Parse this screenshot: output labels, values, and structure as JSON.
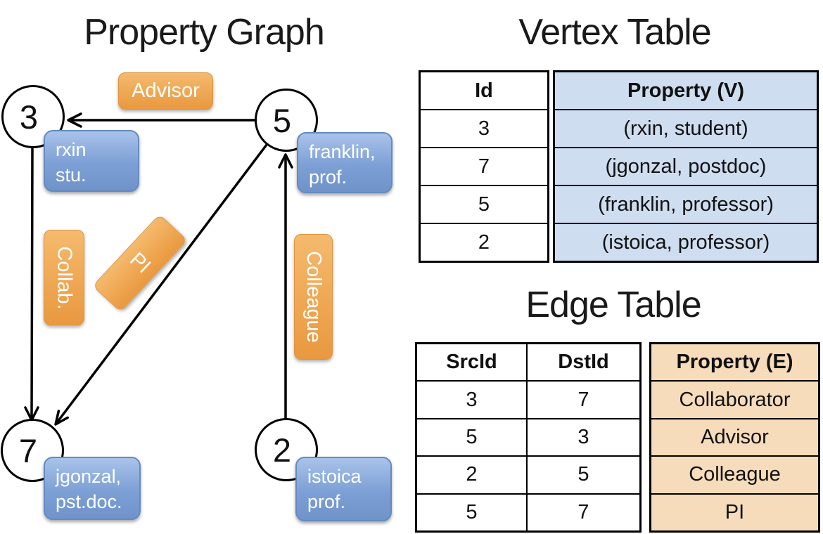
{
  "titles": {
    "graph": "Property Graph",
    "vertex_table": "Vertex Table",
    "edge_table": "Edge Table"
  },
  "graph": {
    "nodes": [
      {
        "id": "3",
        "label_line1": "rxin",
        "label_line2": "stu."
      },
      {
        "id": "5",
        "label_line1": "franklin,",
        "label_line2": "prof."
      },
      {
        "id": "7",
        "label_line1": "jgonzal,",
        "label_line2": "pst.doc."
      },
      {
        "id": "2",
        "label_line1": "istoica",
        "label_line2": "prof."
      }
    ],
    "edge_labels": {
      "advisor": "Advisor",
      "collab": "Collab.",
      "pi": "PI",
      "colleague": "Colleague"
    },
    "edges": [
      {
        "src": "5",
        "dst": "3",
        "label": "Advisor"
      },
      {
        "src": "3",
        "dst": "7",
        "label": "Collab."
      },
      {
        "src": "5",
        "dst": "7",
        "label": "PI"
      },
      {
        "src": "2",
        "dst": "5",
        "label": "Colleague"
      }
    ]
  },
  "vertex_table": {
    "headers": {
      "id": "Id",
      "property": "Property (V)"
    },
    "rows": [
      {
        "id": "3",
        "property": "(rxin, student)"
      },
      {
        "id": "7",
        "property": "(jgonzal, postdoc)"
      },
      {
        "id": "5",
        "property": "(franklin, professor)"
      },
      {
        "id": "2",
        "property": "(istoica, professor)"
      }
    ]
  },
  "edge_table": {
    "headers": {
      "src": "SrcId",
      "dst": "DstId",
      "property": "Property (E)"
    },
    "rows": [
      {
        "src": "3",
        "dst": "7",
        "property": "Collaborator"
      },
      {
        "src": "5",
        "dst": "3",
        "property": "Advisor"
      },
      {
        "src": "2",
        "dst": "5",
        "property": "Colleague"
      },
      {
        "src": "5",
        "dst": "7",
        "property": "PI"
      }
    ]
  },
  "colors": {
    "edge_label_orange": "#efa753",
    "vertex_label_blue": "#7c9fd5",
    "vertex_table_cell": "#cfddf1",
    "edge_table_cell": "#f6dcba",
    "line": "#000000"
  }
}
